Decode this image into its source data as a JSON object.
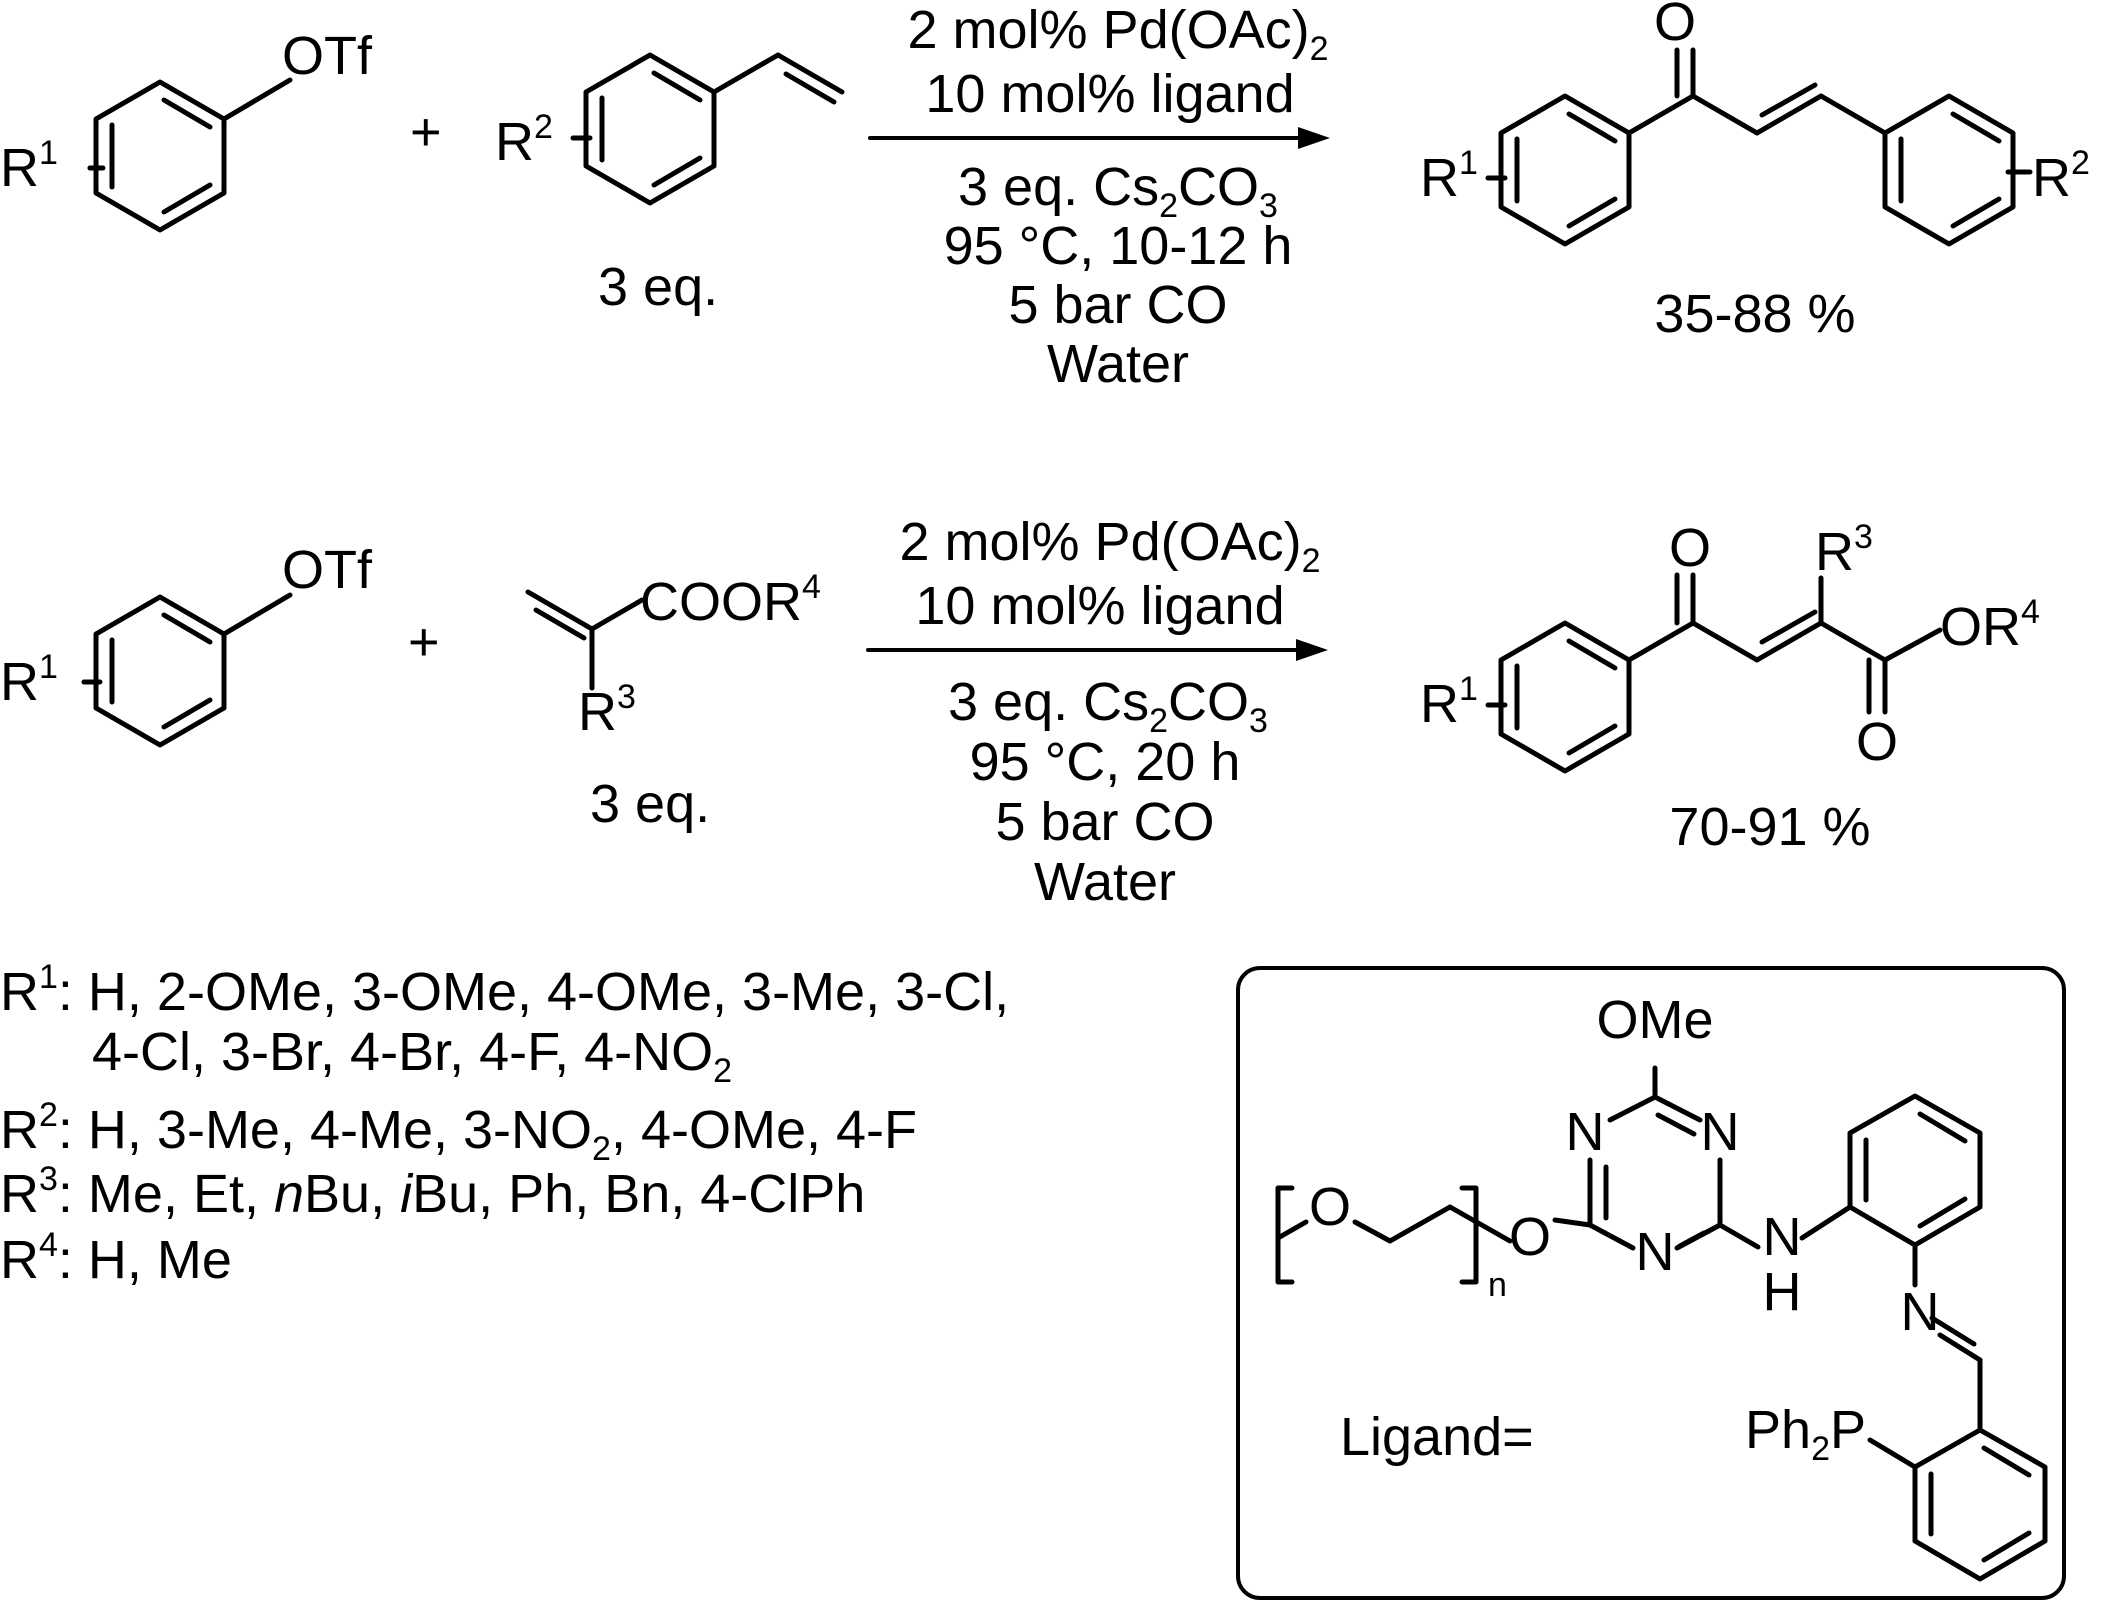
{
  "reaction1": {
    "reactant1": {
      "group": "OTf",
      "r_label": "R",
      "r_num": "1"
    },
    "plus": "+",
    "reactant2": {
      "r_label": "R",
      "r_num": "2",
      "equiv": "3 eq."
    },
    "conditions_above": [
      "2 mol% Pd(OAc)",
      "10 mol% ligand"
    ],
    "conditions_above_sub": "2",
    "conditions_below": {
      "line1_pre": "3 eq. Cs",
      "line1_sub1": "2",
      "line1_mid": "CO",
      "line1_sub2": "3",
      "line2": "95 °C, 10-12 h",
      "line3": "5 bar CO",
      "line4": "Water"
    },
    "product": {
      "o": "O",
      "r1_label": "R",
      "r1_num": "1",
      "r2_label": "R",
      "r2_num": "2",
      "yield": "35-88 %"
    }
  },
  "reaction2": {
    "reactant1": {
      "group": "OTf",
      "r_label": "R",
      "r_num": "1"
    },
    "plus": "+",
    "reactant2": {
      "ester": "COOR",
      "ester_num": "4",
      "r_label": "R",
      "r_num": "3",
      "equiv": "3 eq."
    },
    "conditions_above": [
      "2 mol% Pd(OAc)",
      "10 mol% ligand"
    ],
    "conditions_above_sub": "2",
    "conditions_below": {
      "line1_pre": "3 eq. Cs",
      "line1_sub1": "2",
      "line1_mid": "CO",
      "line1_sub2": "3",
      "line2": "95 °C, 20 h",
      "line3": "5 bar CO",
      "line4": "Water"
    },
    "product": {
      "o1": "O",
      "o2": "O",
      "or": "OR",
      "or_num": "4",
      "r3_label": "R",
      "r3_num": "3",
      "r1_label": "R",
      "r1_num": "1",
      "yield": "70-91 %"
    }
  },
  "substituents": [
    {
      "label": "R",
      "num": "1",
      "text": ": H, 2-OMe, 3-OMe, 4-OMe, 3-Me, 3-Cl,"
    },
    {
      "label": "",
      "num": "",
      "text": "4-Cl, 3-Br, 4-Br, 4-F, 4-NO",
      "sub": "2"
    },
    {
      "label": "R",
      "num": "2",
      "text": ": H, 3-Me, 4-Me, 3-NO",
      "sub": "2",
      "tail": ", 4-OMe, 4-F"
    },
    {
      "label": "R",
      "num": "3",
      "text": ": Me, Et, ",
      "it1": "n",
      "t2": "Bu, ",
      "it2": "i",
      "t3": "Bu, Ph, Bn, 4-ClPh"
    },
    {
      "label": "R",
      "num": "4",
      "text": ": H, Me"
    }
  ],
  "ligand_box": {
    "caption": "Ligand=",
    "ome": "OMe",
    "n": "N",
    "o": "O",
    "nh_n": "N",
    "nh_h": "H",
    "imine_n": "N",
    "subscript_n": "n",
    "ph2p_pre": "Ph",
    "ph2p_sub": "2",
    "ph2p_post": "P"
  }
}
